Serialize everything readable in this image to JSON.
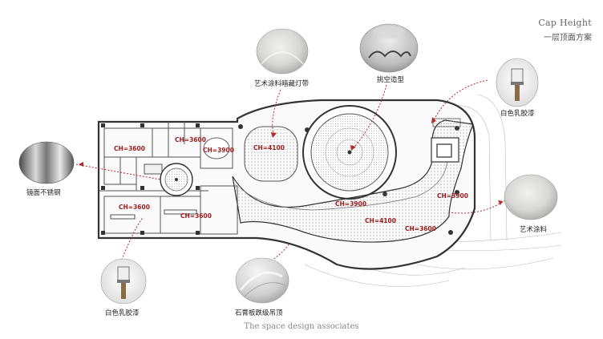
{
  "header": {
    "title_en": "Cap Height",
    "title_cn": "一层顶面方案"
  },
  "footer": {
    "credit": "The space design associates"
  },
  "ceiling_heights": [
    {
      "id": "ch-west-top",
      "text": "CH=3600"
    },
    {
      "id": "ch-stair",
      "text": "CH=3600"
    },
    {
      "id": "ch-oval-small",
      "text": "CH=3900"
    },
    {
      "id": "ch-oval-large",
      "text": "CH=4100"
    },
    {
      "id": "ch-west-bottom",
      "text": "CH=3600"
    },
    {
      "id": "ch-center-bottom",
      "text": "CH=3600"
    },
    {
      "id": "ch-dome",
      "text": "CH=3900"
    },
    {
      "id": "ch-band-mid",
      "text": "CH=4100"
    },
    {
      "id": "ch-band-right",
      "text": "CH=3600"
    },
    {
      "id": "ch-east",
      "text": "CH=3900"
    }
  ],
  "materials": [
    {
      "id": "art-paint-cove",
      "label": "艺术涂料暗藏灯带",
      "texture": "paint"
    },
    {
      "id": "hollow-shape",
      "label": "挑空造型",
      "texture": "dome"
    },
    {
      "id": "white-latex-top",
      "label": "白色乳胶漆",
      "texture": "brush"
    },
    {
      "id": "mirror-steel",
      "label": "镜面不锈钢",
      "texture": "steel"
    },
    {
      "id": "art-paint",
      "label": "艺术涂料",
      "texture": "paint"
    },
    {
      "id": "white-latex-bottom",
      "label": "白色乳胶漆",
      "texture": "brush"
    },
    {
      "id": "gypsum-tier",
      "label": "石膏板跌级吊顶",
      "texture": "gypsum"
    }
  ],
  "colors": {
    "leader": "#b02a2a",
    "ch_text": "#9b1c1c",
    "wall": "#333333",
    "line": "#888888"
  }
}
